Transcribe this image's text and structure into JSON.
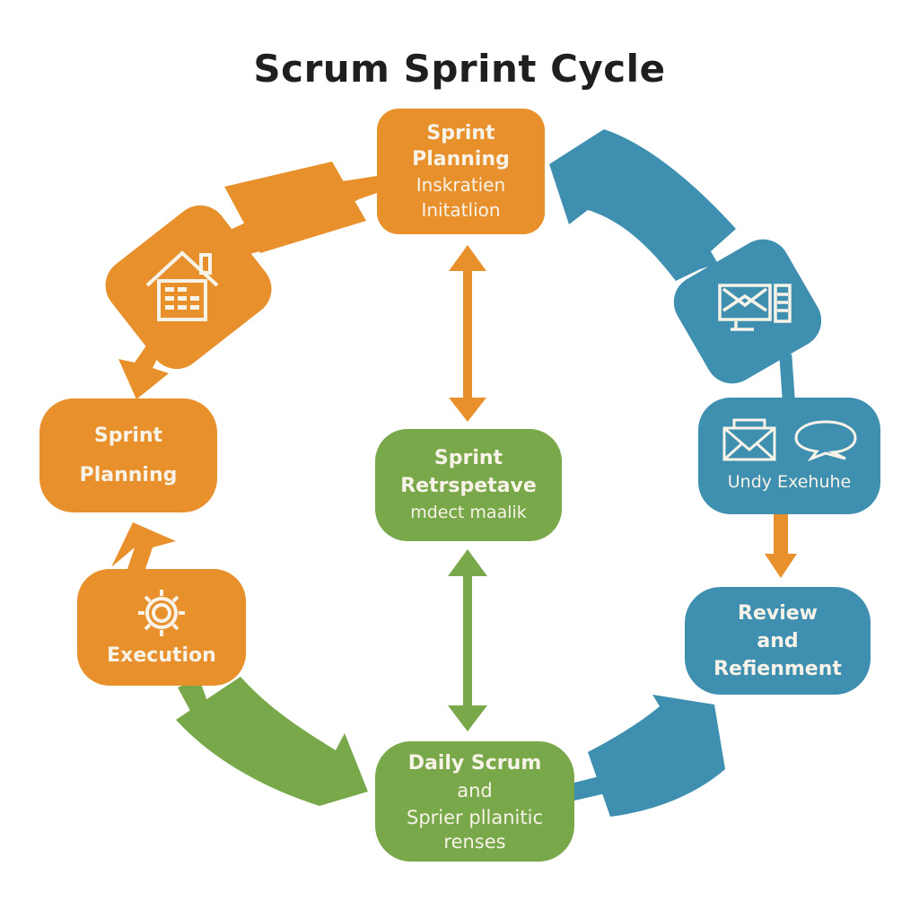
{
  "title": "Scrum Sprint Cycle",
  "colors": {
    "orange": "#e8902c",
    "green": "#79a84a",
    "blue": "#3e8fb0",
    "text_light": "#f7f3e8",
    "title": "#1f1f1f"
  },
  "nodes": {
    "top": {
      "line1": "Sprint",
      "line2": "Planning",
      "line3": "Inskratien",
      "line4": "Initatlion",
      "color": "orange"
    },
    "left": {
      "line1": "Sprint",
      "line2": "Planning",
      "color": "orange"
    },
    "execution": {
      "label": "Execution",
      "icon": "gear-icon",
      "color": "orange"
    },
    "center": {
      "line1": "Sprint",
      "line2": "Retrspetave",
      "line3": "mdect maalik",
      "color": "green"
    },
    "bottom": {
      "line1": "Daily Scrum",
      "line2": "and",
      "line3": "Sprier pllanitic",
      "line4": "renses",
      "color": "green"
    },
    "right_mid": {
      "label": "Undy Exehuhe",
      "icons": [
        "envelope-icon",
        "speech-bubble-icon"
      ],
      "color": "blue"
    },
    "review": {
      "line1": "Review",
      "line2": "and",
      "line3": "Refienment",
      "color": "blue"
    }
  },
  "icon_nodes": {
    "house": {
      "icon": "house-icon",
      "color": "orange"
    },
    "computer_mail": {
      "icon": "computer-mail-icon",
      "color": "blue"
    }
  }
}
